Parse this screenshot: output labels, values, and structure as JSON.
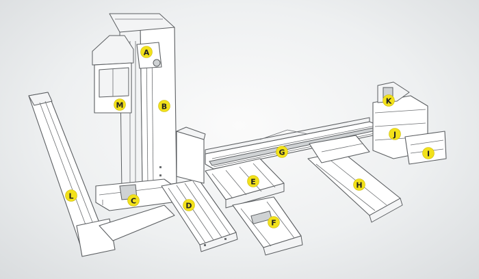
{
  "callouts": [
    "A",
    "B",
    "C",
    "D",
    "E",
    "F",
    "G",
    "H",
    "I",
    "J",
    "K",
    "L",
    "M"
  ],
  "colors": {
    "background": "#eef0f1",
    "line": "#5a5d60",
    "callout_fill": "#f2e11a",
    "callout_text": "#222222"
  }
}
